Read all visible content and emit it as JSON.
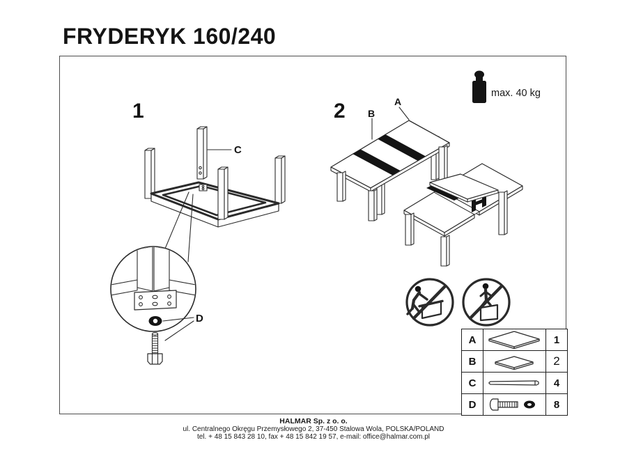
{
  "title": "FRYDERYK 160/240",
  "diagram": {
    "step1_number": "1",
    "step2_number": "2",
    "label_a": "A",
    "label_b": "B",
    "label_c": "C",
    "label_d": "D",
    "weight_limit_text": "max. 40 kg",
    "warning_icons": [
      "no-climbing-on-table-icon",
      "no-standing-on-table-icon"
    ]
  },
  "parts_table": {
    "rows": [
      {
        "letter": "A",
        "part_icon": "table-top-panel-icon",
        "qty": "1"
      },
      {
        "letter": "B",
        "part_icon": "extension-leaf-panel-icon",
        "qty": "2"
      },
      {
        "letter": "C",
        "part_icon": "table-leg-icon",
        "qty": "4"
      },
      {
        "letter": "D",
        "part_icon": "bolt-and-washer-icon",
        "qty": "8"
      }
    ]
  },
  "footer": {
    "company": "HALMAR Sp. z o. o.",
    "address": "ul. Centralnego Okręgu Przemysłowego 2, 37-450 Stalowa Wola, POLSKA/POLAND",
    "contact": "tel. + 48 15 843 28 10, fax + 48 15 842 19 57, e-mail: office@halmar.com.pl"
  }
}
